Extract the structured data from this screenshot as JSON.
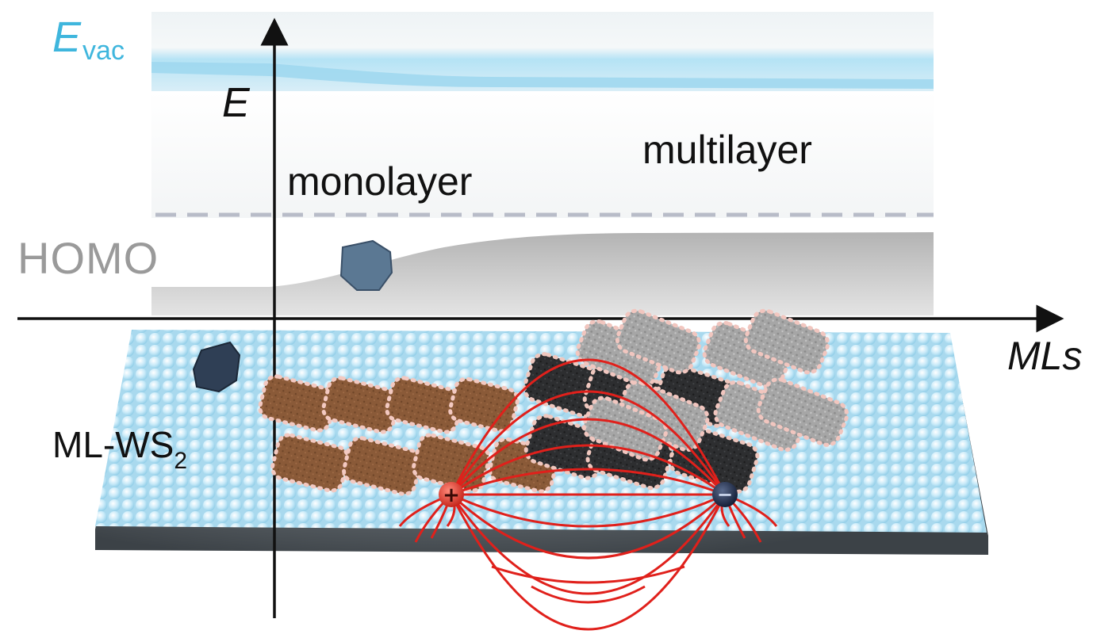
{
  "labels": {
    "evac_main": "E",
    "evac_sub": "vac",
    "energy_axis": "E",
    "monolayer": "monolayer",
    "multilayer": "multilayer",
    "homo": "HOMO",
    "mls_axis": "MLs",
    "substrate_main": "ML-WS",
    "substrate_sub": "2"
  },
  "colors": {
    "vacuum_band": "#a8dcf1",
    "homo_band": "#b9b9b9",
    "lattice_atoms": "#bfe6f6",
    "brown_molecules": "#8b5e3c",
    "dark_molecules": "#2b2b2b",
    "gray_molecules": "#a9a9a9",
    "field_lines": "#e0201b",
    "hole": "#d93a2e",
    "electron": "#1c2a4a",
    "evac_text": "#3fb6dd",
    "homo_text": "#9a9a9a"
  },
  "icons": {
    "hole_symbol": "+",
    "electron_symbol": "−"
  }
}
